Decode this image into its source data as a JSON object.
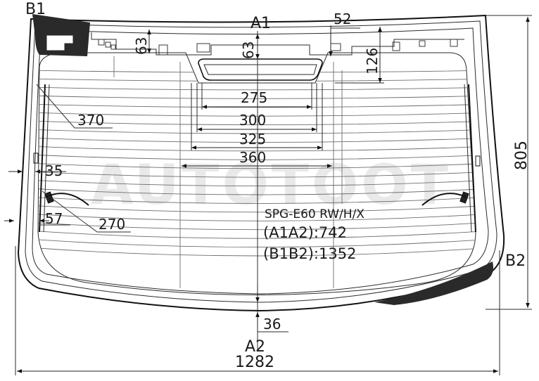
{
  "labels": {
    "b1": "B1",
    "a1": "A1",
    "b2": "B2",
    "a2": "A2"
  },
  "dimensions": {
    "d52": "52",
    "d63_left": "63",
    "d63_center": "63",
    "d126": "126",
    "d275": "275",
    "d300": "300",
    "d325": "325",
    "d360": "360",
    "d370": "370",
    "d35": "35",
    "d57": "57",
    "d270": "270",
    "d805": "805",
    "d36": "36",
    "d1282": "1282"
  },
  "info": {
    "model": "SPG-E60 RW/H/X",
    "a1a2": "(A1A2):742",
    "b1b2": "(B1B2):1352"
  },
  "watermark": "AUTOTOOT",
  "colors": {
    "line": "#111111",
    "grid": "#6d6d6d",
    "frit": "#2a2a2a"
  }
}
